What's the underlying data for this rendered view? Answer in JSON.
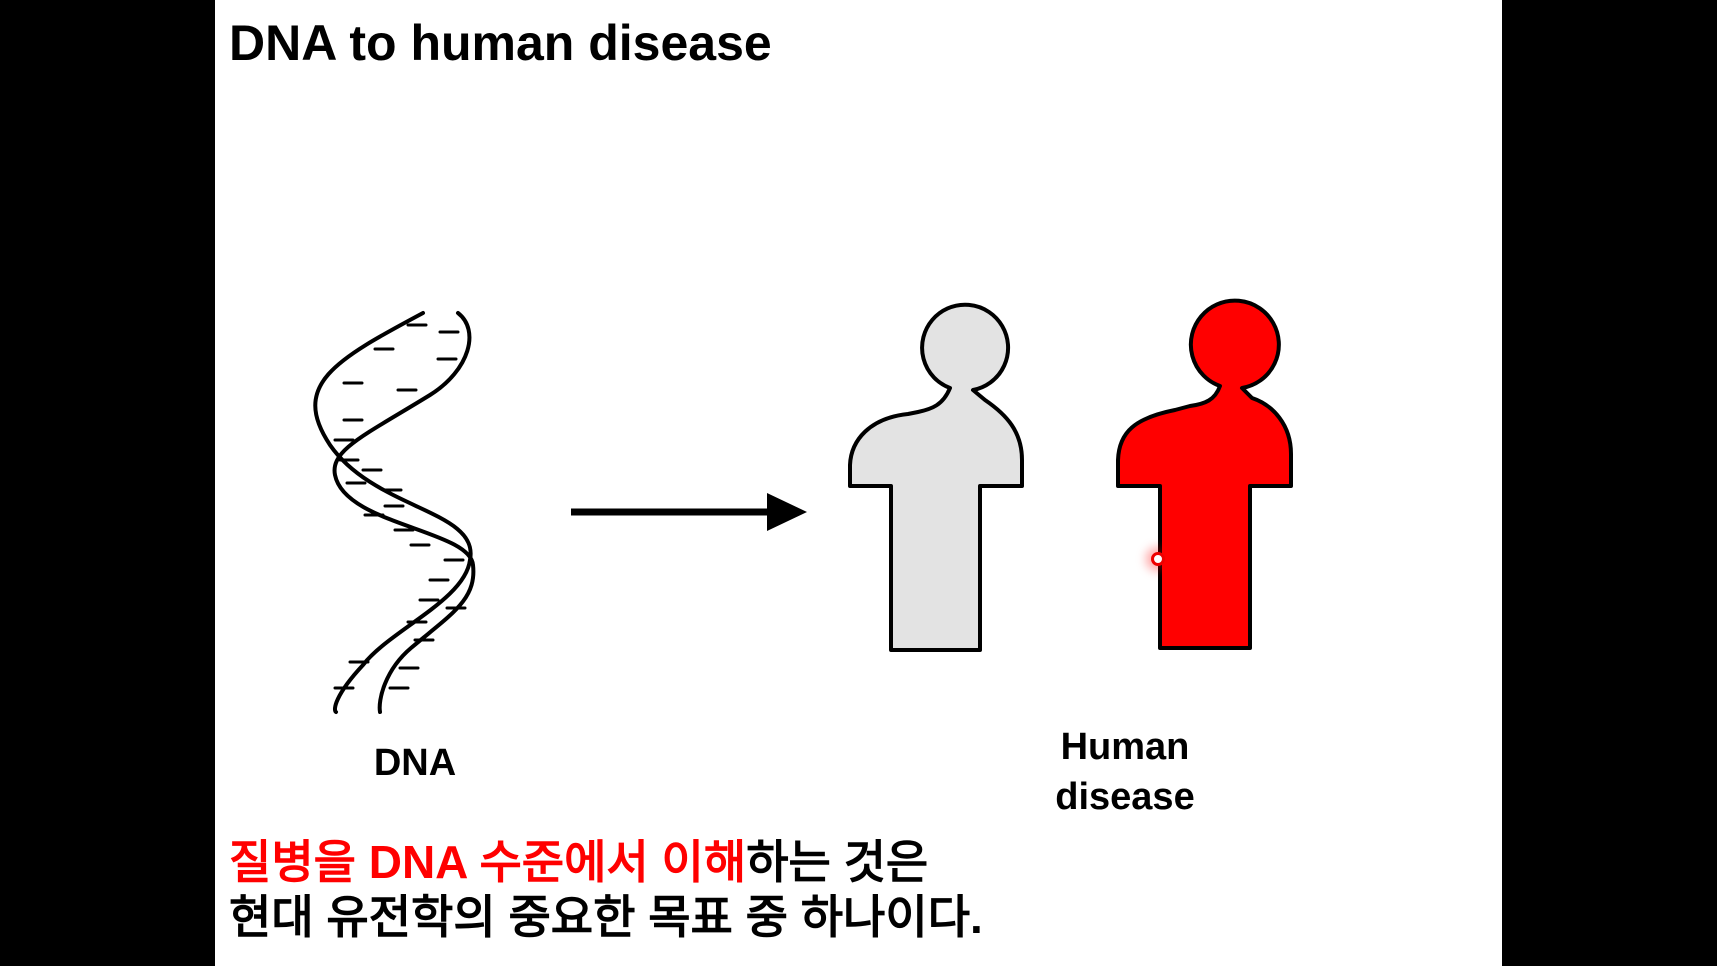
{
  "slide": {
    "title": "DNA to human disease",
    "dna_label": "DNA",
    "human_label_line1": "Human",
    "human_label_line2": "disease",
    "caption": {
      "line1_highlight": "질병을 DNA 수준에서 이해",
      "line1_rest": "하는 것은",
      "line2": "현대 유전학의 중요한 목표 중 하나이다."
    }
  },
  "colors": {
    "healthy_person": "#e3e3e3",
    "diseased_person": "#ff0000",
    "highlight_text": "#ff0000",
    "laser_pointer": "#ee0000"
  },
  "icons": [
    "dna-helix-icon",
    "arrow-right-icon",
    "healthy-person-icon",
    "diseased-person-icon"
  ]
}
